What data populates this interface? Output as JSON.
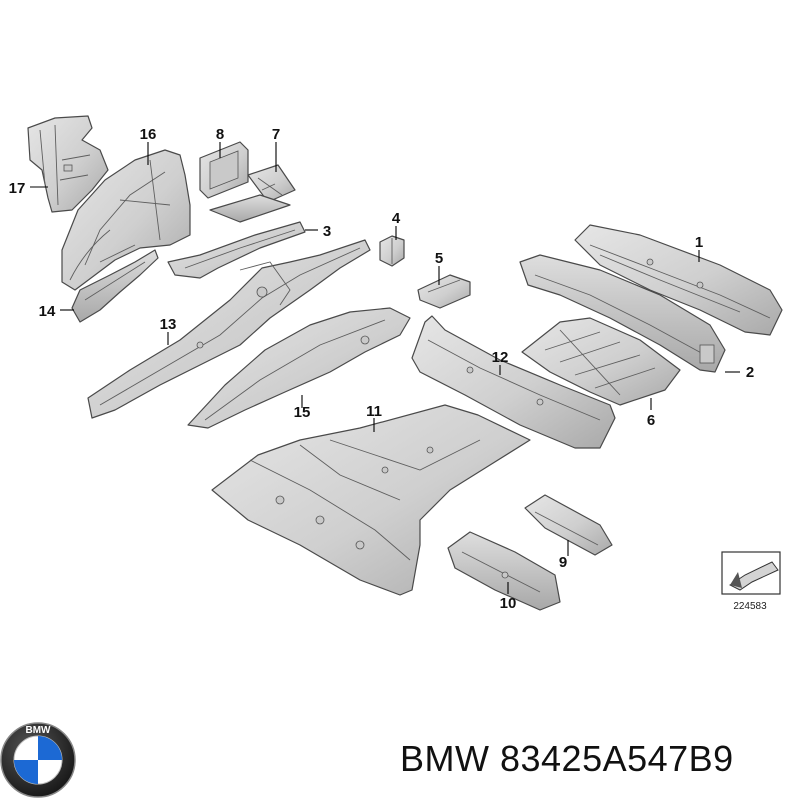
{
  "diagram": {
    "callouts": {
      "c1": "1",
      "c2": "2",
      "c3": "3",
      "c4": "4",
      "c5": "5",
      "c6": "6",
      "c7": "7",
      "c8": "8",
      "c9": "9",
      "c10": "10",
      "c11": "11",
      "c12": "12",
      "c13": "13",
      "c14": "14",
      "c15": "15",
      "c16": "16",
      "c17": "17"
    },
    "reference_code": "224583"
  },
  "footer": {
    "brand": "BMW",
    "part_number": "83425A547B9",
    "label": "BMW 83425A547B9",
    "logo_text": "BMW"
  },
  "colors": {
    "part_fill": "#d6d6d6",
    "part_shade": "#b4b4b4",
    "outline": "#4a4a4a",
    "logo_blue": "#1c69d4"
  }
}
